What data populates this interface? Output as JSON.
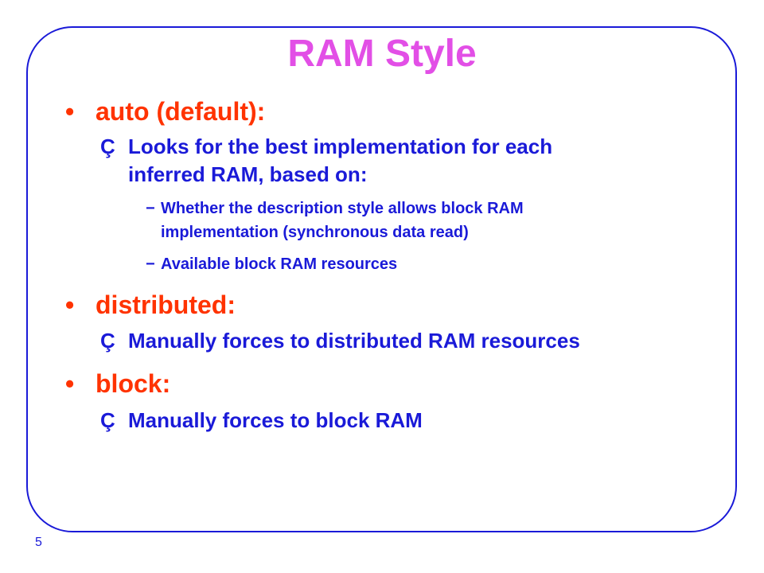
{
  "slide": {
    "title": "RAM Style",
    "page_number": "5",
    "colors": {
      "title": "#e24fe6",
      "level1": "#ff3300",
      "body": "#1a1ad8",
      "frame": "#1a1ad8"
    },
    "bullets": [
      {
        "marker": "•",
        "label": "auto (default):",
        "subitems": [
          {
            "marker": "Ç",
            "lines": [
              "Looks for the best implementation for each",
              "inferred RAM, based on:"
            ],
            "subitems": [
              {
                "marker": "−",
                "lines": [
                  "Whether the description style allows block RAM",
                  "implementation (synchronous data read)"
                ]
              },
              {
                "marker": "−",
                "lines": [
                  "Available block RAM resources"
                ]
              }
            ]
          }
        ]
      },
      {
        "marker": "•",
        "label": "distributed:",
        "subitems": [
          {
            "marker": "Ç",
            "lines": [
              "Manually forces to distributed RAM resources"
            ]
          }
        ]
      },
      {
        "marker": "•",
        "label": "block:",
        "subitems": [
          {
            "marker": "Ç",
            "lines": [
              "Manually forces to block RAM"
            ]
          }
        ]
      }
    ]
  }
}
